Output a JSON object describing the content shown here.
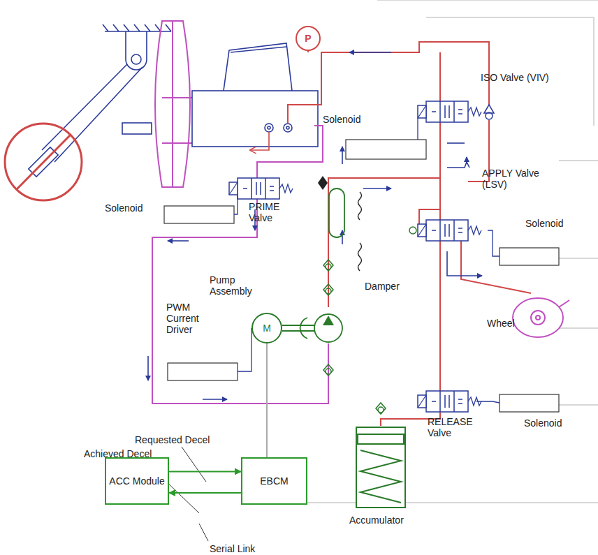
{
  "diagram": {
    "nodes": [
      {
        "text": [
          "P"
        ]
      },
      {
        "text": [
          "M"
        ]
      },
      {
        "text": [
          "ACC Module"
        ]
      },
      {
        "text": [
          "EBCM"
        ]
      }
    ],
    "edges": [
      {
        "from": 2,
        "to": 3,
        "arrow": "to"
      },
      {
        "from": 3,
        "to": 2,
        "arrow": "to"
      },
      {
        "from": 3,
        "to": 1,
        "arrow": "none"
      }
    ],
    "labels": [
      "ISO Valve (VIV)",
      "Solenoid",
      "APPLY Valve (LSV)",
      "Solenoid",
      "Solenoid",
      "PRIME Valve",
      "Pump Assembly",
      "Damper",
      "Wheel",
      "PWM Current Driver",
      "RELEASE Valve",
      "Solenoid",
      "Requested Decel",
      "Achieved Decel",
      "Accumulator",
      "Serial Link"
    ]
  }
}
